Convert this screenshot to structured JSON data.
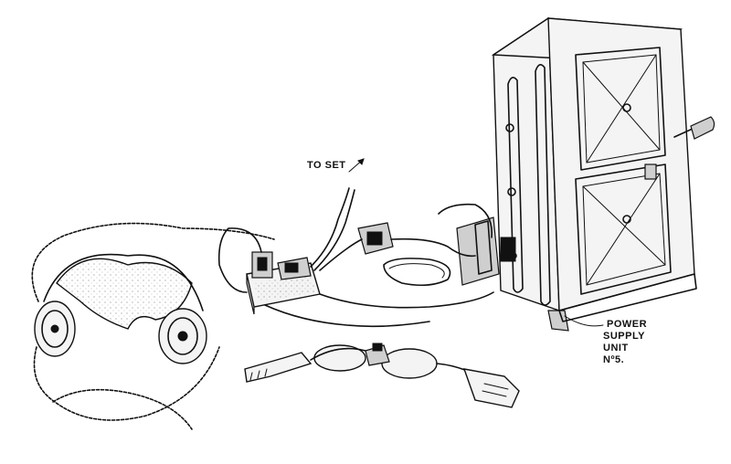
{
  "labels": {
    "to_set": "TO SET",
    "power_supply_line1": "POWER",
    "power_supply_line2": "SUPPLY",
    "power_supply_line3": "UNIT",
    "power_supply_line4": "Nº5."
  }
}
